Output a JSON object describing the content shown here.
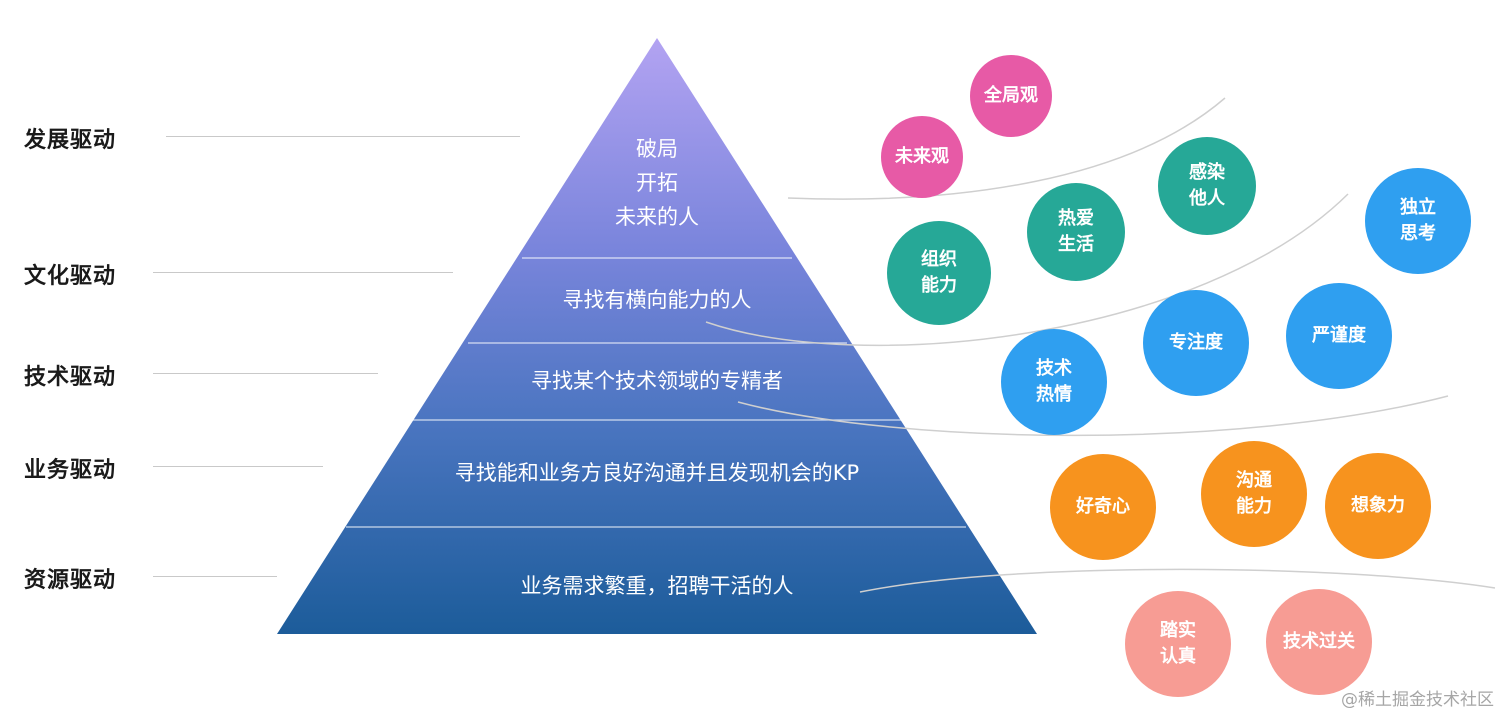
{
  "levels": {
    "development": "发展驱动",
    "culture": "文化驱动",
    "technology": "技术驱动",
    "business": "业务驱动",
    "resource": "资源驱动"
  },
  "pyramid": {
    "tier1": [
      "破局",
      "开拓",
      "未来的人"
    ],
    "tier2": "寻找有横向能力的人",
    "tier3": "寻找某个技术领域的专精者",
    "tier4": "寻找能和业务方良好沟通并且发现机会的KP",
    "tier5": "业务需求繁重，招聘干活的人"
  },
  "qualities": {
    "global_view": "全局观",
    "future_view": "未来观",
    "influence": "感染\n他人",
    "love_life": "热爱\n生活",
    "organization": "组织\n能力",
    "independent": "独立\n思考",
    "focus": "专注度",
    "rigor": "严谨度",
    "tech_passion": "技术\n热情",
    "curiosity": "好奇心",
    "communication": "沟通\n能力",
    "imagination": "想象力",
    "down_to_earth": "踏实\n认真",
    "tech_pass": "技术过关"
  },
  "colors": {
    "pink": "#e75aa6",
    "teal": "#26a897",
    "blue": "#2f9ff0",
    "orange": "#f7931e",
    "salmon": "#f79c94",
    "pyramid_top": "#b3a3f2",
    "pyramid_bottom": "#1c5c9a"
  },
  "watermark": "@稀土掘金技术社区"
}
